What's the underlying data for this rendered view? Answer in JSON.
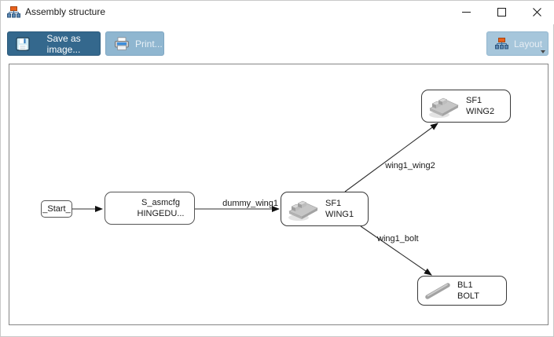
{
  "window": {
    "title": "Assembly structure",
    "icon": "assembly-hierarchy-icon",
    "controls": {
      "minimize": "minimize",
      "maximize": "maximize",
      "close": "close"
    }
  },
  "toolbar": {
    "save_button": {
      "label": "Save as image...",
      "icon": "floppy-disk-icon"
    },
    "print_button": {
      "label": "Print...",
      "icon": "printer-icon"
    },
    "layout_button": {
      "label": "Layout",
      "icon": "hierarchy-icon",
      "has_dropdown": true
    }
  },
  "colors": {
    "primary_button_bg": "#34688d",
    "secondary_button_bg": "#8fb6d0",
    "layout_button_bg": "#a6c6db",
    "canvas_border": "#858585",
    "accent_orange": "#e8611c",
    "accent_blue": "#3c6d9c"
  },
  "diagram": {
    "nodes": [
      {
        "id": "start",
        "label": "_Start_"
      },
      {
        "id": "s_asmcfg",
        "line1": "S_asmcfg",
        "line2": "HINGEDU..."
      },
      {
        "id": "wing1",
        "line1": "SF1",
        "line2": "WING1",
        "icon": "wing-part-icon"
      },
      {
        "id": "wing2",
        "line1": "SF1",
        "line2": "WING2",
        "icon": "wing-part-icon"
      },
      {
        "id": "bolt",
        "line1": "BL1",
        "line2": "BOLT",
        "icon": "bolt-part-icon"
      }
    ],
    "edges": [
      {
        "from": "start",
        "to": "s_asmcfg",
        "label": ""
      },
      {
        "from": "s_asmcfg",
        "to": "wing1",
        "label": "dummy_wing1"
      },
      {
        "from": "wing1",
        "to": "wing2",
        "label": "wing1_wing2"
      },
      {
        "from": "wing1",
        "to": "bolt",
        "label": "wing1_bolt"
      }
    ]
  }
}
